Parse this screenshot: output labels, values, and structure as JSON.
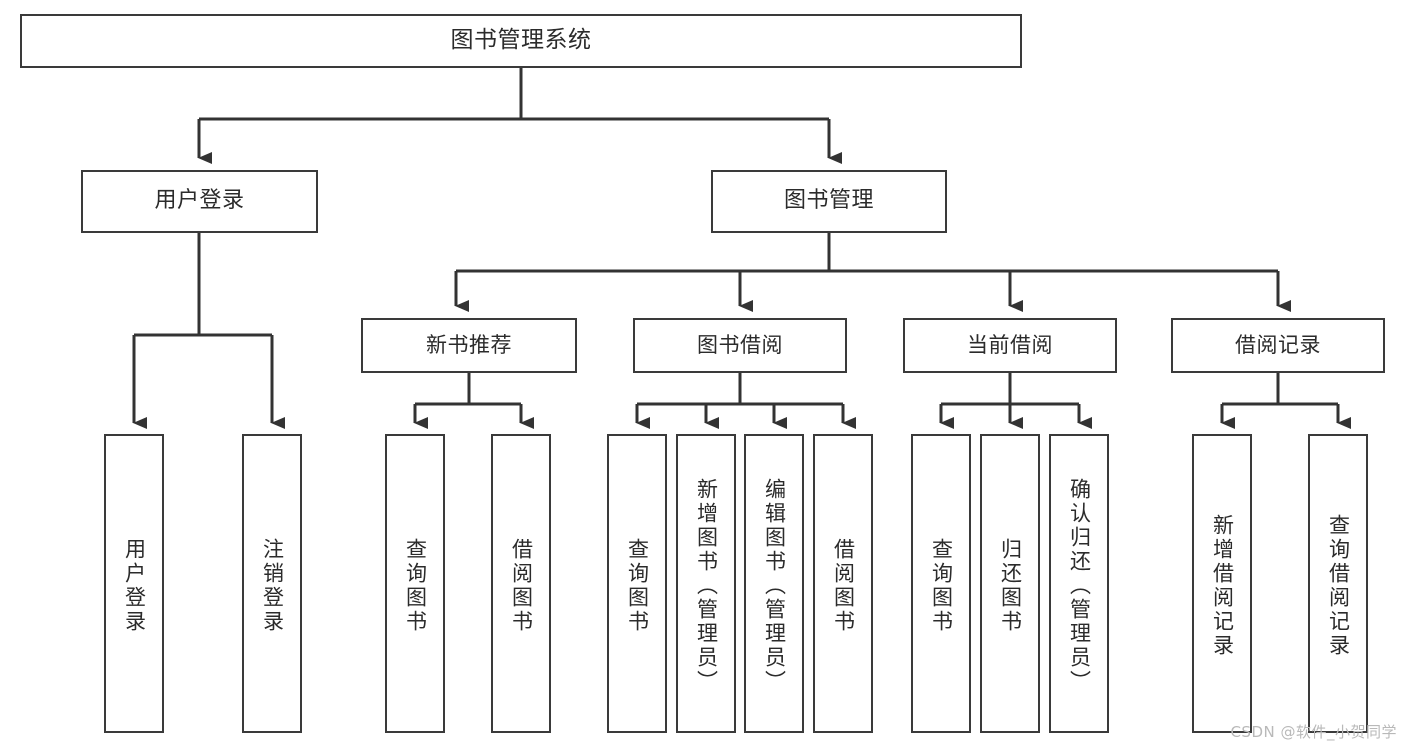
{
  "diagram": {
    "title": "图书管理系统",
    "type": "tree",
    "watermark": "CSDN @软件_小贺同学",
    "colors": {
      "box_border": "#3a3a3a",
      "box_fill": "#ffffff",
      "edge": "#333333",
      "text": "#2b2b2b",
      "watermark": "#b9b9b9",
      "background": "#ffffff"
    },
    "root": {
      "label": "图书管理系统"
    },
    "level1": [
      {
        "label": "用户登录"
      },
      {
        "label": "图书管理"
      }
    ],
    "level2": [
      {
        "label": "新书推荐"
      },
      {
        "label": "图书借阅"
      },
      {
        "label": "当前借阅"
      },
      {
        "label": "借阅记录"
      }
    ],
    "leaves": {
      "user_login": [
        {
          "label": "用户登录"
        },
        {
          "label": "注销登录"
        }
      ],
      "new_book_recommend": [
        {
          "label": "查询图书"
        },
        {
          "label": "借阅图书"
        }
      ],
      "book_borrow": [
        {
          "label": "查询图书"
        },
        {
          "label": "新增图书（管理员）"
        },
        {
          "label": "编辑图书（管理员）"
        },
        {
          "label": "借阅图书"
        }
      ],
      "current_borrow": [
        {
          "label": "查询图书"
        },
        {
          "label": "归还图书"
        },
        {
          "label": "确认归还（管理员）"
        }
      ],
      "borrow_record": [
        {
          "label": "新增借阅记录"
        },
        {
          "label": "查询借阅记录"
        }
      ]
    }
  }
}
